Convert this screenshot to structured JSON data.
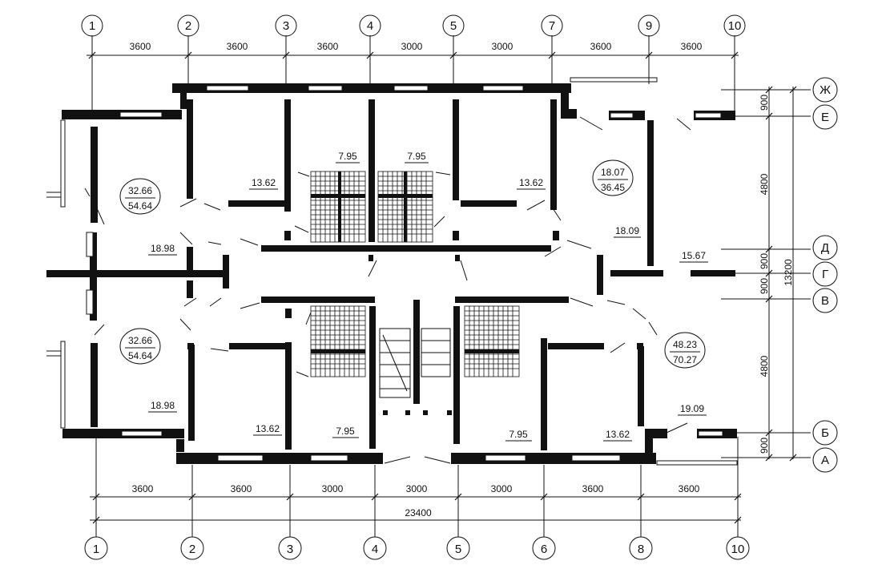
{
  "top_axes": [
    "1",
    "2",
    "3",
    "4",
    "5",
    "7",
    "9",
    "10"
  ],
  "bottom_axes": [
    "1",
    "2",
    "3",
    "4",
    "5",
    "6",
    "8",
    "10"
  ],
  "right_axes": [
    "Ж",
    "Е",
    "Д",
    "Г",
    "В",
    "Б",
    "А"
  ],
  "top_dims": [
    "3600",
    "3600",
    "3600",
    "3000",
    "3000",
    "3600",
    "3600"
  ],
  "bottom_dims": [
    "3600",
    "3600",
    "3000",
    "3000",
    "3000",
    "3600",
    "3600"
  ],
  "bottom_total": "23400",
  "right_dims": [
    "900",
    "4800",
    "900",
    "900",
    "4800",
    "900"
  ],
  "right_total": "13200",
  "rooms": {
    "r1": "13.62",
    "r2": "7.95",
    "r3": "7.95",
    "r4": "13.62",
    "r5": "18.09",
    "r6": "18.98",
    "r7": "15.67",
    "r8": "18.98",
    "r9": "13.62",
    "r10": "7.95",
    "r11": "7.95",
    "r12": "13.62",
    "r13": "19.09"
  },
  "apartments": [
    {
      "living": "32.66",
      "total": "54.64"
    },
    {
      "living": "18.07",
      "total": "36.45"
    },
    {
      "living": "32.66",
      "total": "54.64"
    },
    {
      "living": "48.23",
      "total": "70.27"
    }
  ]
}
